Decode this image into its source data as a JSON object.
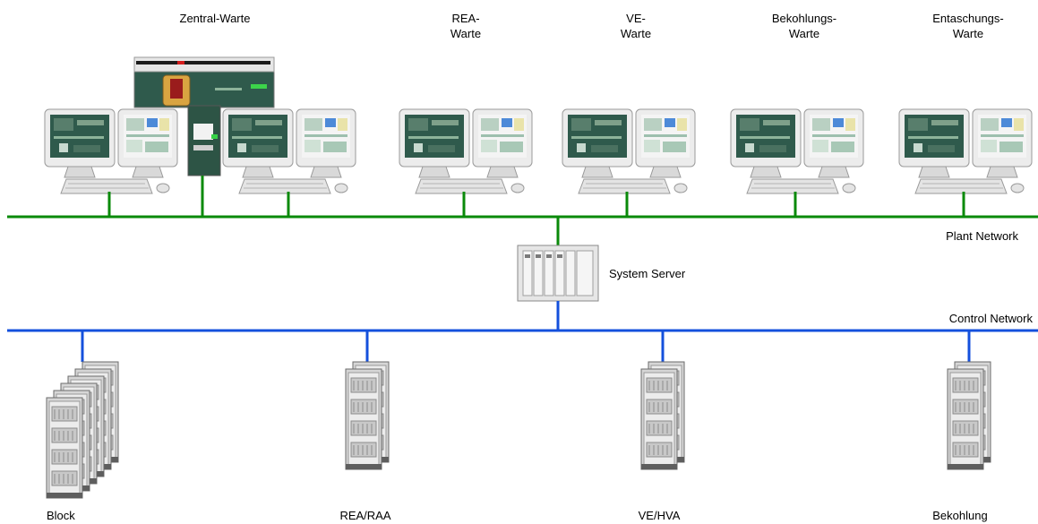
{
  "colors": {
    "plant_network": "#0a8a0a",
    "control_network": "#1450dc",
    "monitor_bezel": "#e8e8e8",
    "monitor_screen_dark": "#2f5a4c",
    "cabinet": "#d6d6d6"
  },
  "top_labels": {
    "zentral": "Zentral-Warte",
    "rea_line1": "REA-",
    "rea_line2": "Warte",
    "ve_line1": "VE-",
    "ve_line2": "Warte",
    "bekohlung_line1": "Bekohlungs-",
    "bekohlung_line2": "Warte",
    "entaschung_line1": "Entaschungs-",
    "entaschung_line2": "Warte"
  },
  "networks": {
    "plant": "Plant Network",
    "control": "Control Network"
  },
  "server": {
    "label": "System Server",
    "icon": "server-rack-icon"
  },
  "controllers": [
    {
      "label": "Block",
      "icon": "controller-cabinet-stack-icon"
    },
    {
      "label": "REA/RAA",
      "icon": "controller-cabinet-icon"
    },
    {
      "label": "VE/HVA",
      "icon": "controller-cabinet-icon"
    },
    {
      "label": "Bekohlung",
      "icon": "controller-cabinet-icon"
    }
  ],
  "workstation_icon": "operator-workstation-icon",
  "large_display_icon": "large-screen-display-icon"
}
